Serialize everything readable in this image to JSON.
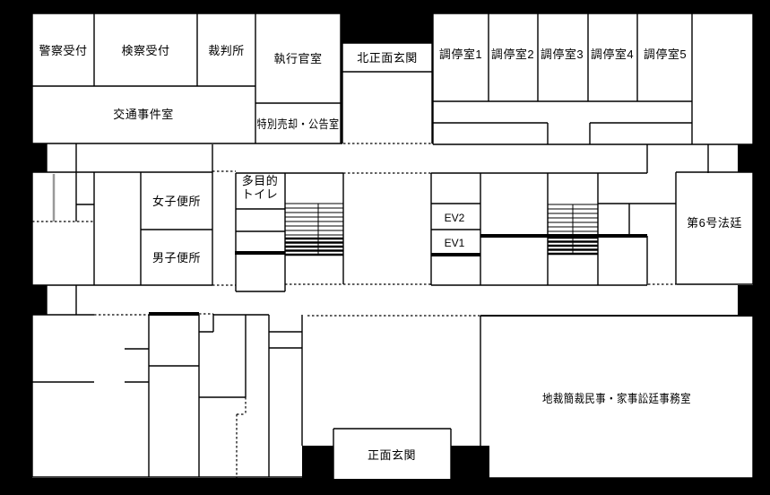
{
  "diagram_type": "courthouse-floor-plan",
  "colors": {
    "background": "#000000",
    "floor": "#ffffff",
    "wall": "#000000",
    "gray_divider": "#999999"
  },
  "labels": {
    "police_reception": "警察受付",
    "prosecutor_reception": "検察受付",
    "courthouse": "裁判所",
    "enforcement_officer_room": "執行官室",
    "north_main_entrance": "北正面玄関",
    "mediation_rooms": [
      {
        "label": "調停室1"
      },
      {
        "label": "調停室2"
      },
      {
        "label": "調停室3"
      },
      {
        "label": "調停室4"
      },
      {
        "label": "調停室5"
      }
    ],
    "traffic_cases_room": "交通事件室",
    "special_sale_notice_room": "特別売却・公告室",
    "womens_toilet": "女子便所",
    "mens_toilet": "男子便所",
    "multipurpose_toilet_line1": "多目的",
    "multipurpose_toilet_line2": "トイレ",
    "elevator_2": "EV2",
    "elevator_1": "EV1",
    "courtroom_no6": "第6号法廷",
    "civil_family_court_office": "地裁簡裁民事・家事訟廷事務室",
    "main_entrance": "正面玄関"
  }
}
